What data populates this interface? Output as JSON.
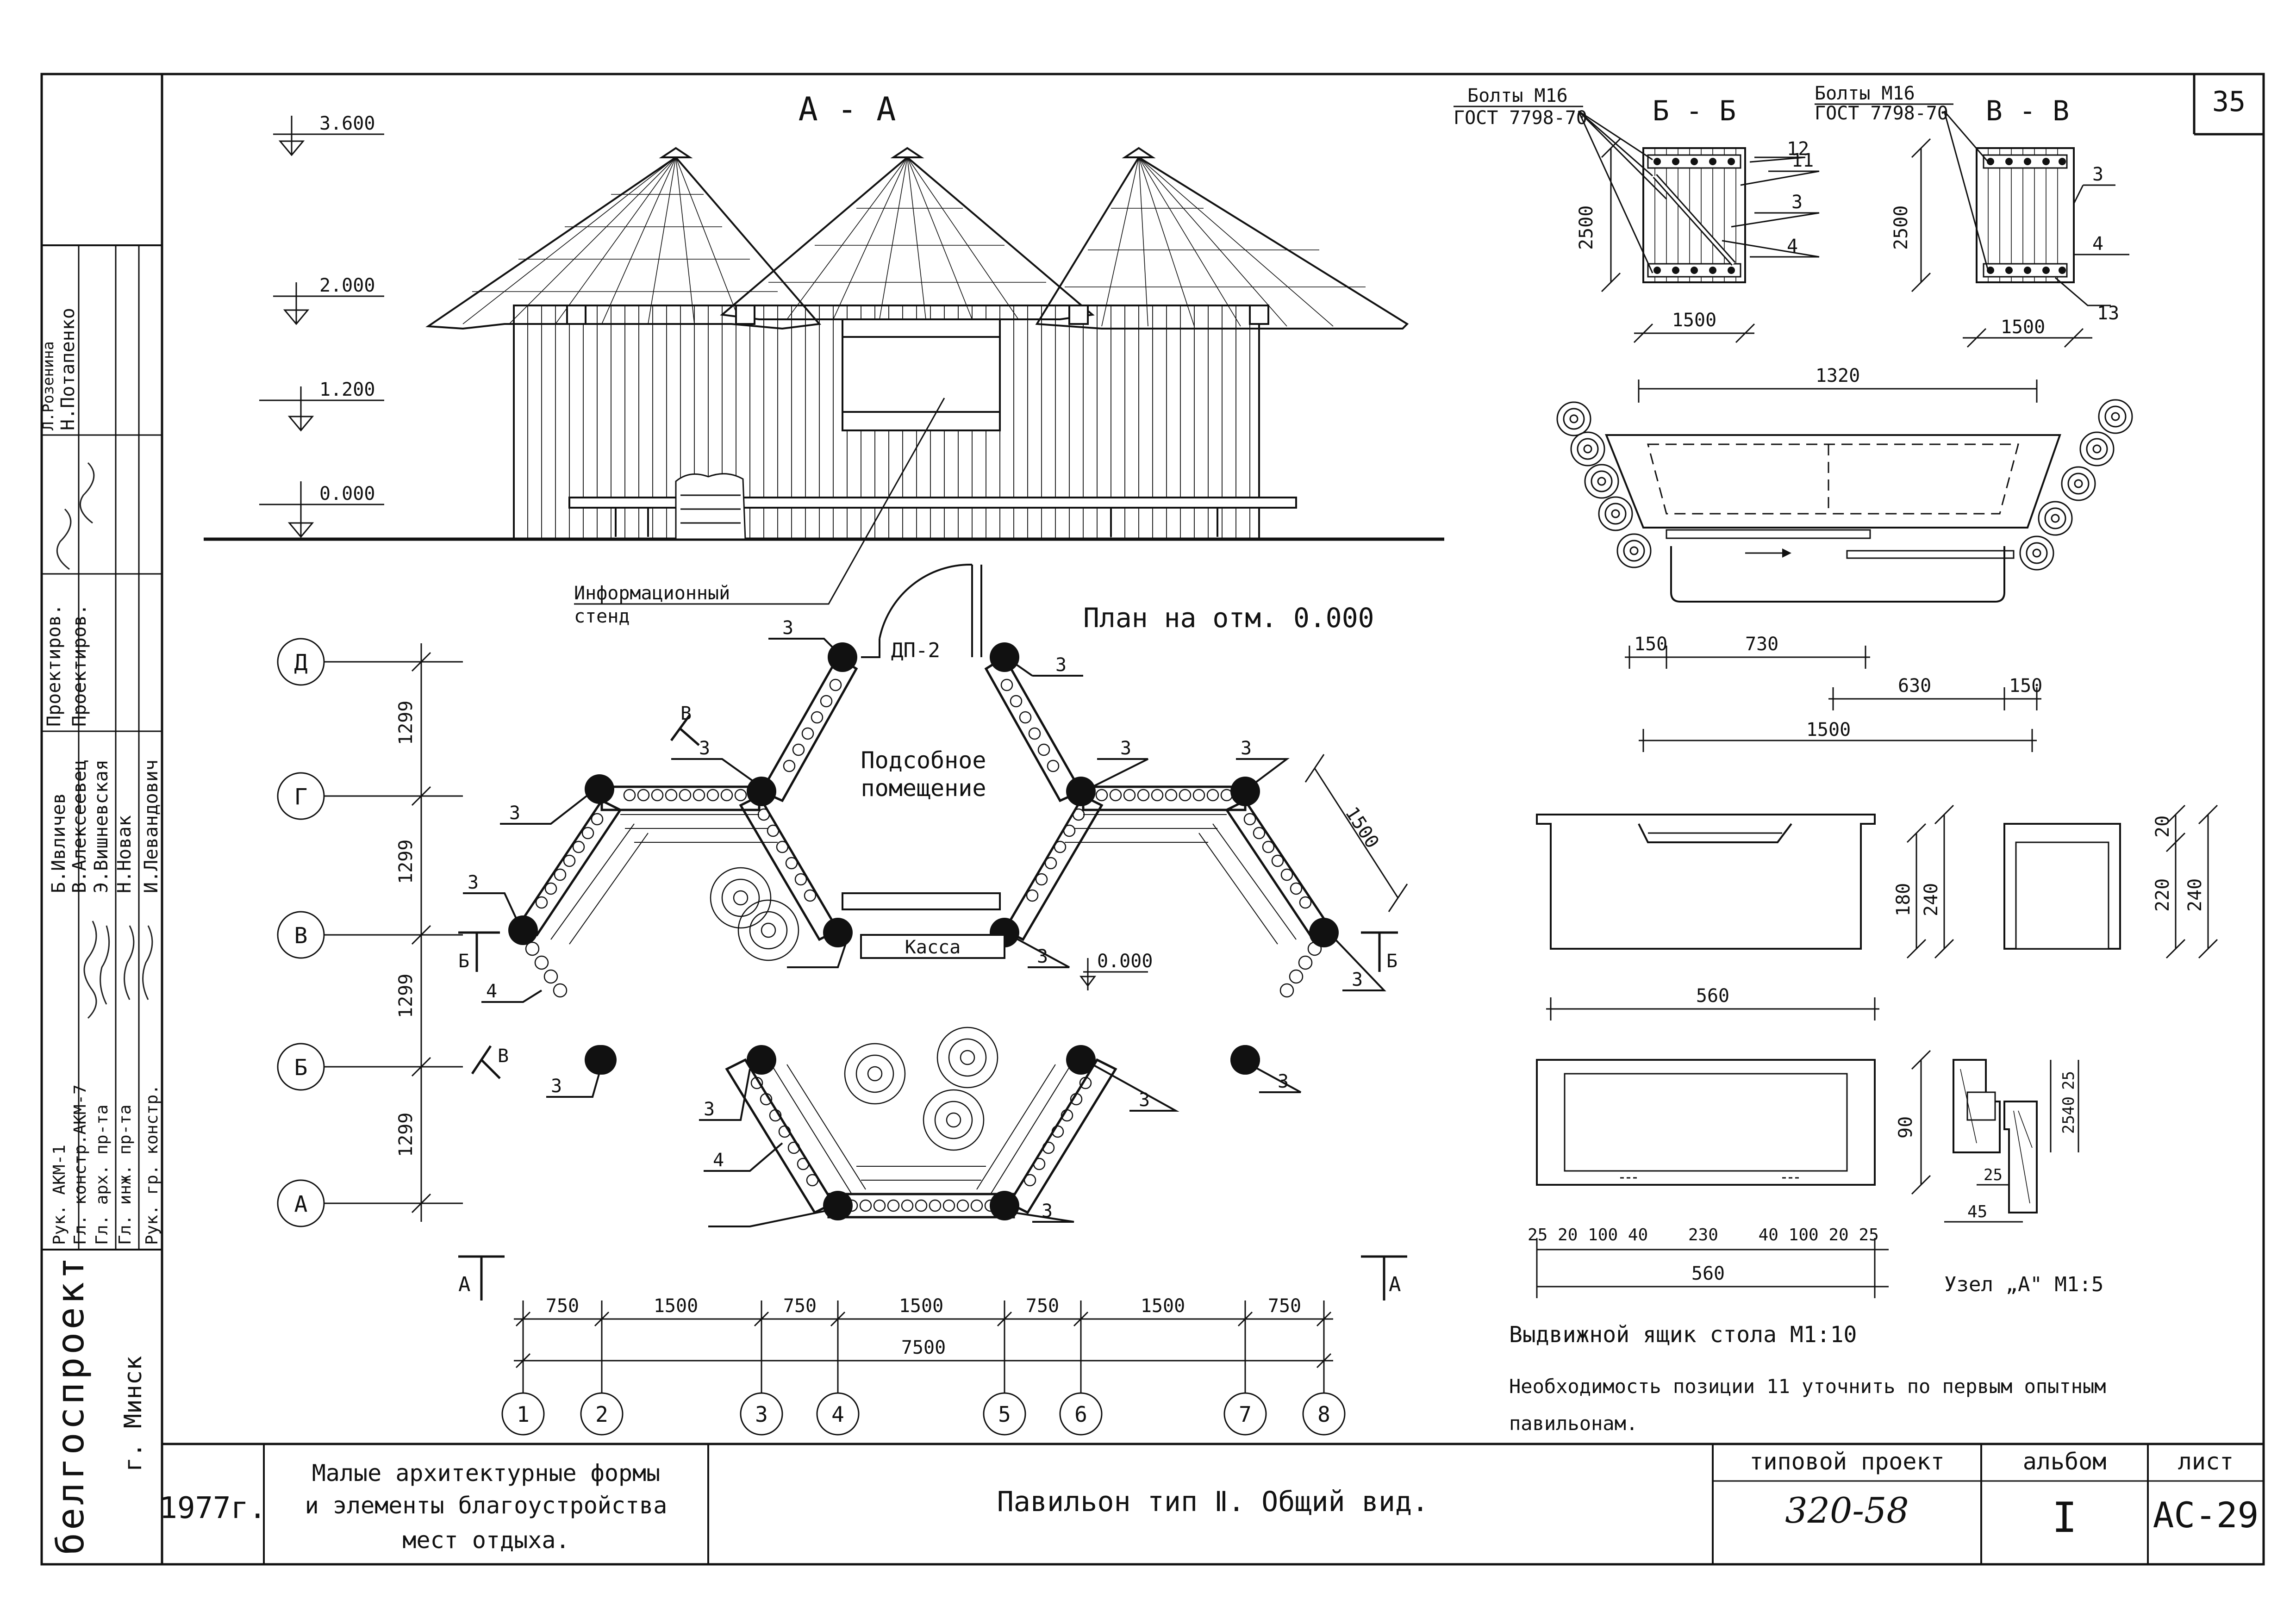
{
  "sheet": {
    "number": "35",
    "office": "белгоспроект",
    "city": "г. Минск",
    "year": "1977г.",
    "series": [
      "Малые архитектурные формы",
      "и элементы благоустройства",
      "мест отдыха."
    ],
    "title": "Павильон тип Ⅱ. Общий вид.",
    "project_label": "типовой проект",
    "project_value": "320-58",
    "album_label": "альбом",
    "album_value": "I",
    "sheet_label": "лист",
    "sheet_value": "АС-29"
  },
  "stamp": {
    "roles": [
      "Рук. АКМ-1",
      "Гл. констр.АКМ-7",
      "Гл. арх. пр-та",
      "Гл. инж. пр-та",
      "Рук. гр. констр."
    ],
    "names": [
      "Б.Ивличев",
      "В.Алексеевец",
      "Э.Вишневская",
      "Н.Новак",
      "И.Левандович"
    ],
    "designer_roles": [
      "Проектиров.",
      "Проектиров."
    ],
    "designer_names": [
      "Н.Потапенко",
      "Л.Розенина"
    ]
  },
  "section_aa": {
    "title": "А - А",
    "levels": [
      "3.600",
      "2.000",
      "1.200",
      "0.000"
    ],
    "callout": [
      "Информационный",
      "стенд"
    ]
  },
  "plan": {
    "title": "План на отм. 0.000",
    "room": [
      "Подсобное",
      "помещение"
    ],
    "door": "ДП-2",
    "cashier": "Касса",
    "level": "0.000",
    "row_axes": [
      "Д",
      "Г",
      "В",
      "Б",
      "А"
    ],
    "row_dims": [
      "1299",
      "1299",
      "1299",
      "1299"
    ],
    "col_axes": [
      "1",
      "2",
      "3",
      "4",
      "5",
      "6",
      "7",
      "8"
    ],
    "col_dims": [
      "750",
      "1500",
      "750",
      "1500",
      "750",
      "1500",
      "750"
    ],
    "total": "7500",
    "diag_dim": "1500",
    "pos3": "3",
    "pos4": "4",
    "cut_a": "А",
    "cut_b": "Б",
    "cut_v": "В"
  },
  "section_bb": {
    "title": "Б - Б",
    "bolts": [
      "Болты М16",
      "ГОСТ 7798-70"
    ],
    "height": "2500",
    "width": "1500",
    "positions": [
      "12",
      "11",
      "3",
      "4"
    ]
  },
  "section_vv": {
    "title": "В - В",
    "bolts": [
      "Болты М16",
      "ГОСТ 7798-70"
    ],
    "height": "2500",
    "width": "1500",
    "positions": [
      "3",
      "4",
      "13"
    ]
  },
  "table_detail": {
    "dim_top": "1320",
    "dims_row1": [
      "150",
      "730"
    ],
    "dims_row2": [
      "630",
      "150"
    ],
    "dim_total": "1500"
  },
  "drawer": {
    "width": "560",
    "h_inner": "180",
    "h_outer": "240",
    "side_top": "20",
    "side_h1": "220",
    "side_h2": "240",
    "plan_h": "90",
    "bottom_dims": [
      "25",
      "20",
      "100",
      "40",
      "230",
      "40",
      "100",
      "20",
      "25"
    ],
    "bottom_total": "560",
    "node_dims": [
      "25",
      "25",
      "40",
      "25",
      "45"
    ],
    "node_title": "Узел „А\" М1:5",
    "caption": "Выдвижной ящик стола  М1:10",
    "note": [
      "Необходимость позиции 11 уточнить по первым опытным",
      "павильонам."
    ]
  }
}
